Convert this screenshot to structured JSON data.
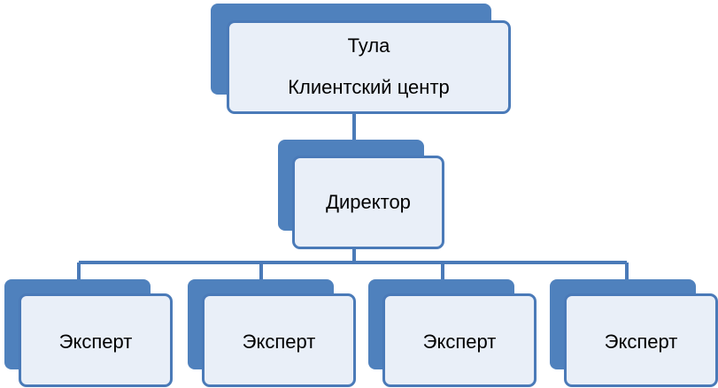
{
  "colors": {
    "node_shadow": "#4f81bd",
    "node_fill": "#e9eff8",
    "node_border": "#4a7ab8",
    "connector": "#4a7ab8"
  },
  "root": {
    "line1": "Тула",
    "line2": "Клиентский центр"
  },
  "director": {
    "label": "Директор"
  },
  "experts": [
    {
      "label": "Эксперт"
    },
    {
      "label": "Эксперт"
    },
    {
      "label": "Эксперт"
    },
    {
      "label": "Эксперт"
    }
  ]
}
